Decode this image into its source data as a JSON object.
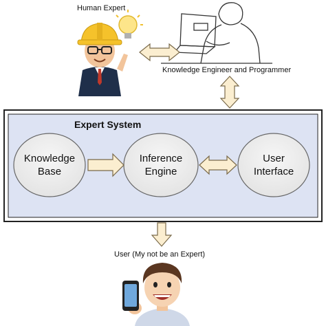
{
  "top_labels": {
    "human_expert": "Human Expert",
    "knowledge_engineer": "Knowledge Engineer and Programmer"
  },
  "system": {
    "title": "Expert System",
    "nodes": [
      {
        "id": "knowledge-base",
        "lines": [
          "Knowledge",
          "Base"
        ]
      },
      {
        "id": "inference-engine",
        "lines": [
          "Inference",
          "Engine"
        ]
      },
      {
        "id": "user-interface",
        "lines": [
          "User",
          "Interface"
        ]
      }
    ]
  },
  "bottom_label": "User (My not be an Expert)",
  "colors": {
    "frame_fill": "#dde3f3",
    "frame_border": "#222222",
    "node_fill": "#eaeaea",
    "arrow_fill": "#fbeed0",
    "arrow_stroke": "#7a6a4a",
    "helmet": "#f5c22b",
    "skin": "#f2c49b",
    "suit": "#1f2f4a",
    "bulb": "#fde58a"
  },
  "icons": [
    "engineer-helmet-icon",
    "lightbulb-icon",
    "programmer-at-laptop-icon",
    "user-with-phone-icon"
  ]
}
